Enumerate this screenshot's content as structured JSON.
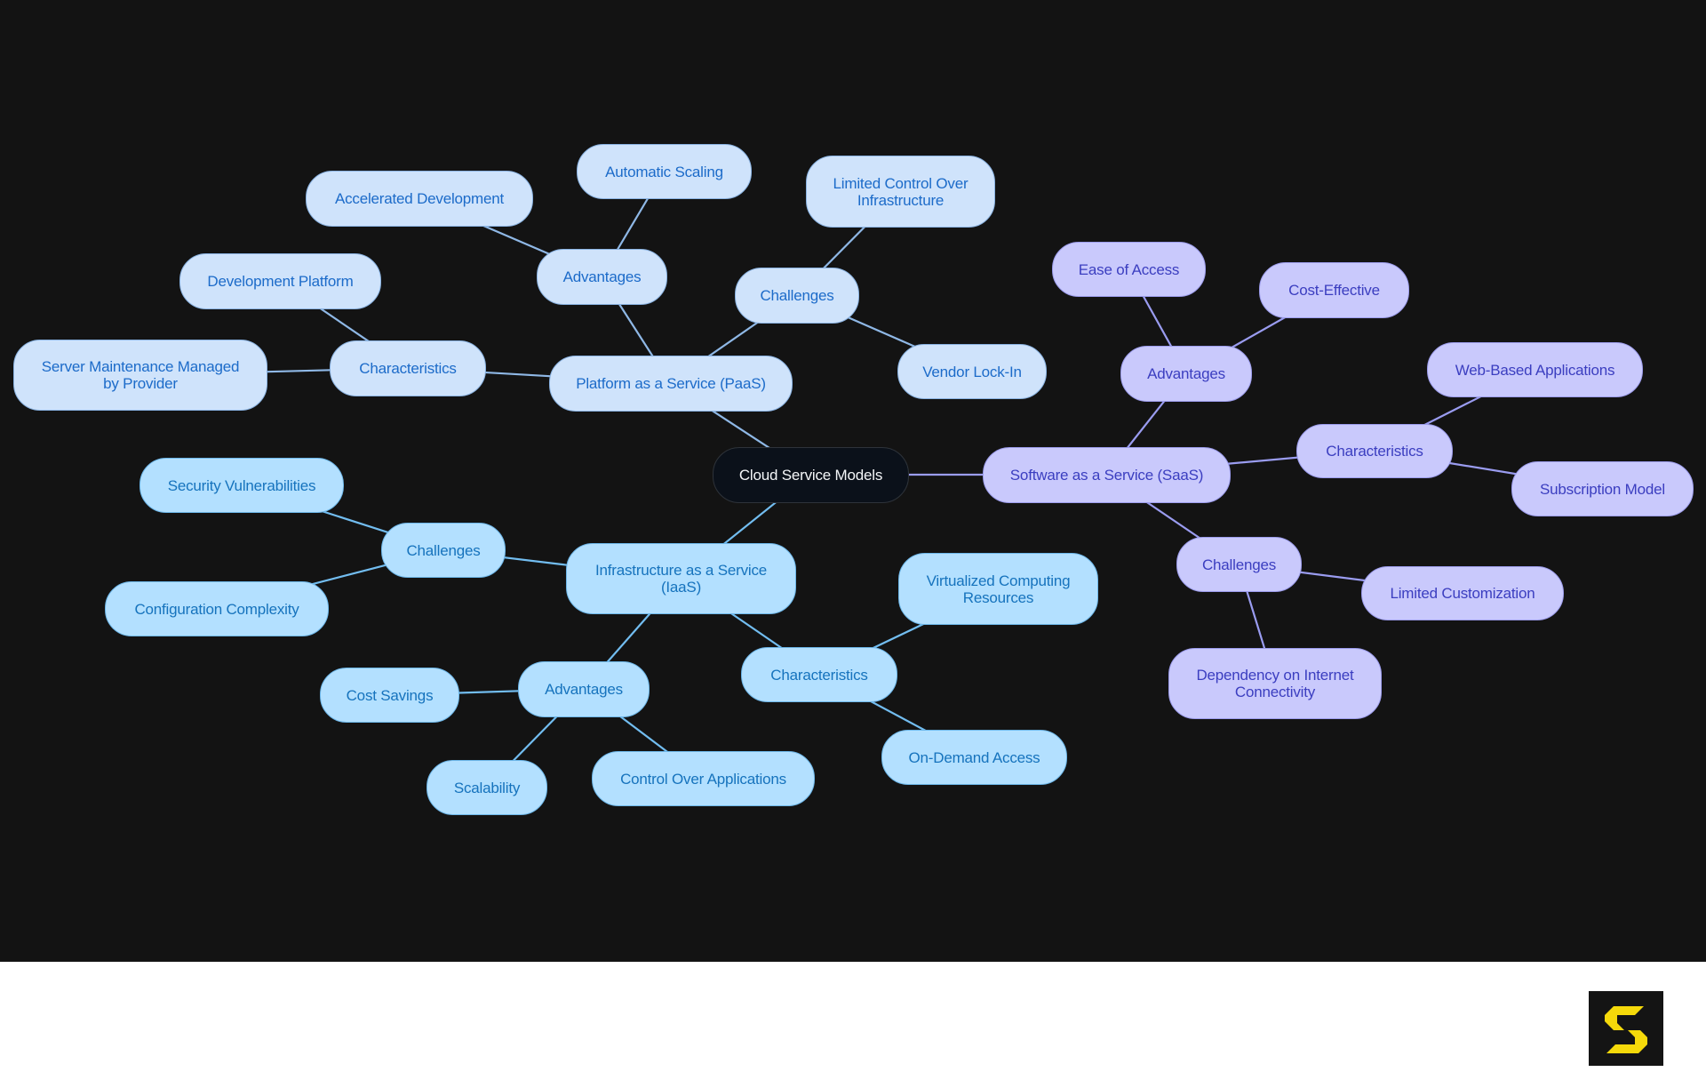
{
  "diagram": {
    "type": "mindmap",
    "root": "Cloud Service Models",
    "colors": {
      "background": "#131313",
      "root_fill": "#0b111a",
      "paas_fill": "#cfe3fb",
      "paas_text": "#1c6bc9",
      "paas_edge": "#8fb8e6",
      "iaas_fill": "#b3e0ff",
      "iaas_text": "#1673bd",
      "iaas_edge": "#72bdf0",
      "saas_fill": "#c9c9fc",
      "saas_text": "#3b3ec0",
      "saas_edge": "#9a9cf0",
      "logo_yellow": "#f5d90a"
    },
    "paas": {
      "label": "Platform as a Service (PaaS)",
      "characteristics": {
        "label": "Characteristics",
        "items": [
          "Development Platform",
          "Server Maintenance Managed\nby Provider"
        ]
      },
      "advantages": {
        "label": "Advantages",
        "items": [
          "Accelerated Development",
          "Automatic Scaling"
        ]
      },
      "challenges": {
        "label": "Challenges",
        "items": [
          "Limited Control Over\nInfrastructure",
          "Vendor Lock-In"
        ]
      }
    },
    "iaas": {
      "label": "Infrastructure as a Service\n(IaaS)",
      "challenges": {
        "label": "Challenges",
        "items": [
          "Security Vulnerabilities",
          "Configuration Complexity"
        ]
      },
      "advantages": {
        "label": "Advantages",
        "items": [
          "Cost Savings",
          "Scalability",
          "Control Over Applications"
        ]
      },
      "characteristics": {
        "label": "Characteristics",
        "items": [
          "Virtualized Computing\nResources",
          "On-Demand Access"
        ]
      }
    },
    "saas": {
      "label": "Software as a Service (SaaS)",
      "advantages": {
        "label": "Advantages",
        "items": [
          "Ease of Access",
          "Cost-Effective"
        ]
      },
      "characteristics": {
        "label": "Characteristics",
        "items": [
          "Web-Based Applications",
          "Subscription Model"
        ]
      },
      "challenges": {
        "label": "Challenges",
        "items": [
          "Limited Customization",
          "Dependency on Internet\nConnectivity"
        ]
      }
    }
  },
  "footer": {
    "logo": "s-logo-icon"
  }
}
